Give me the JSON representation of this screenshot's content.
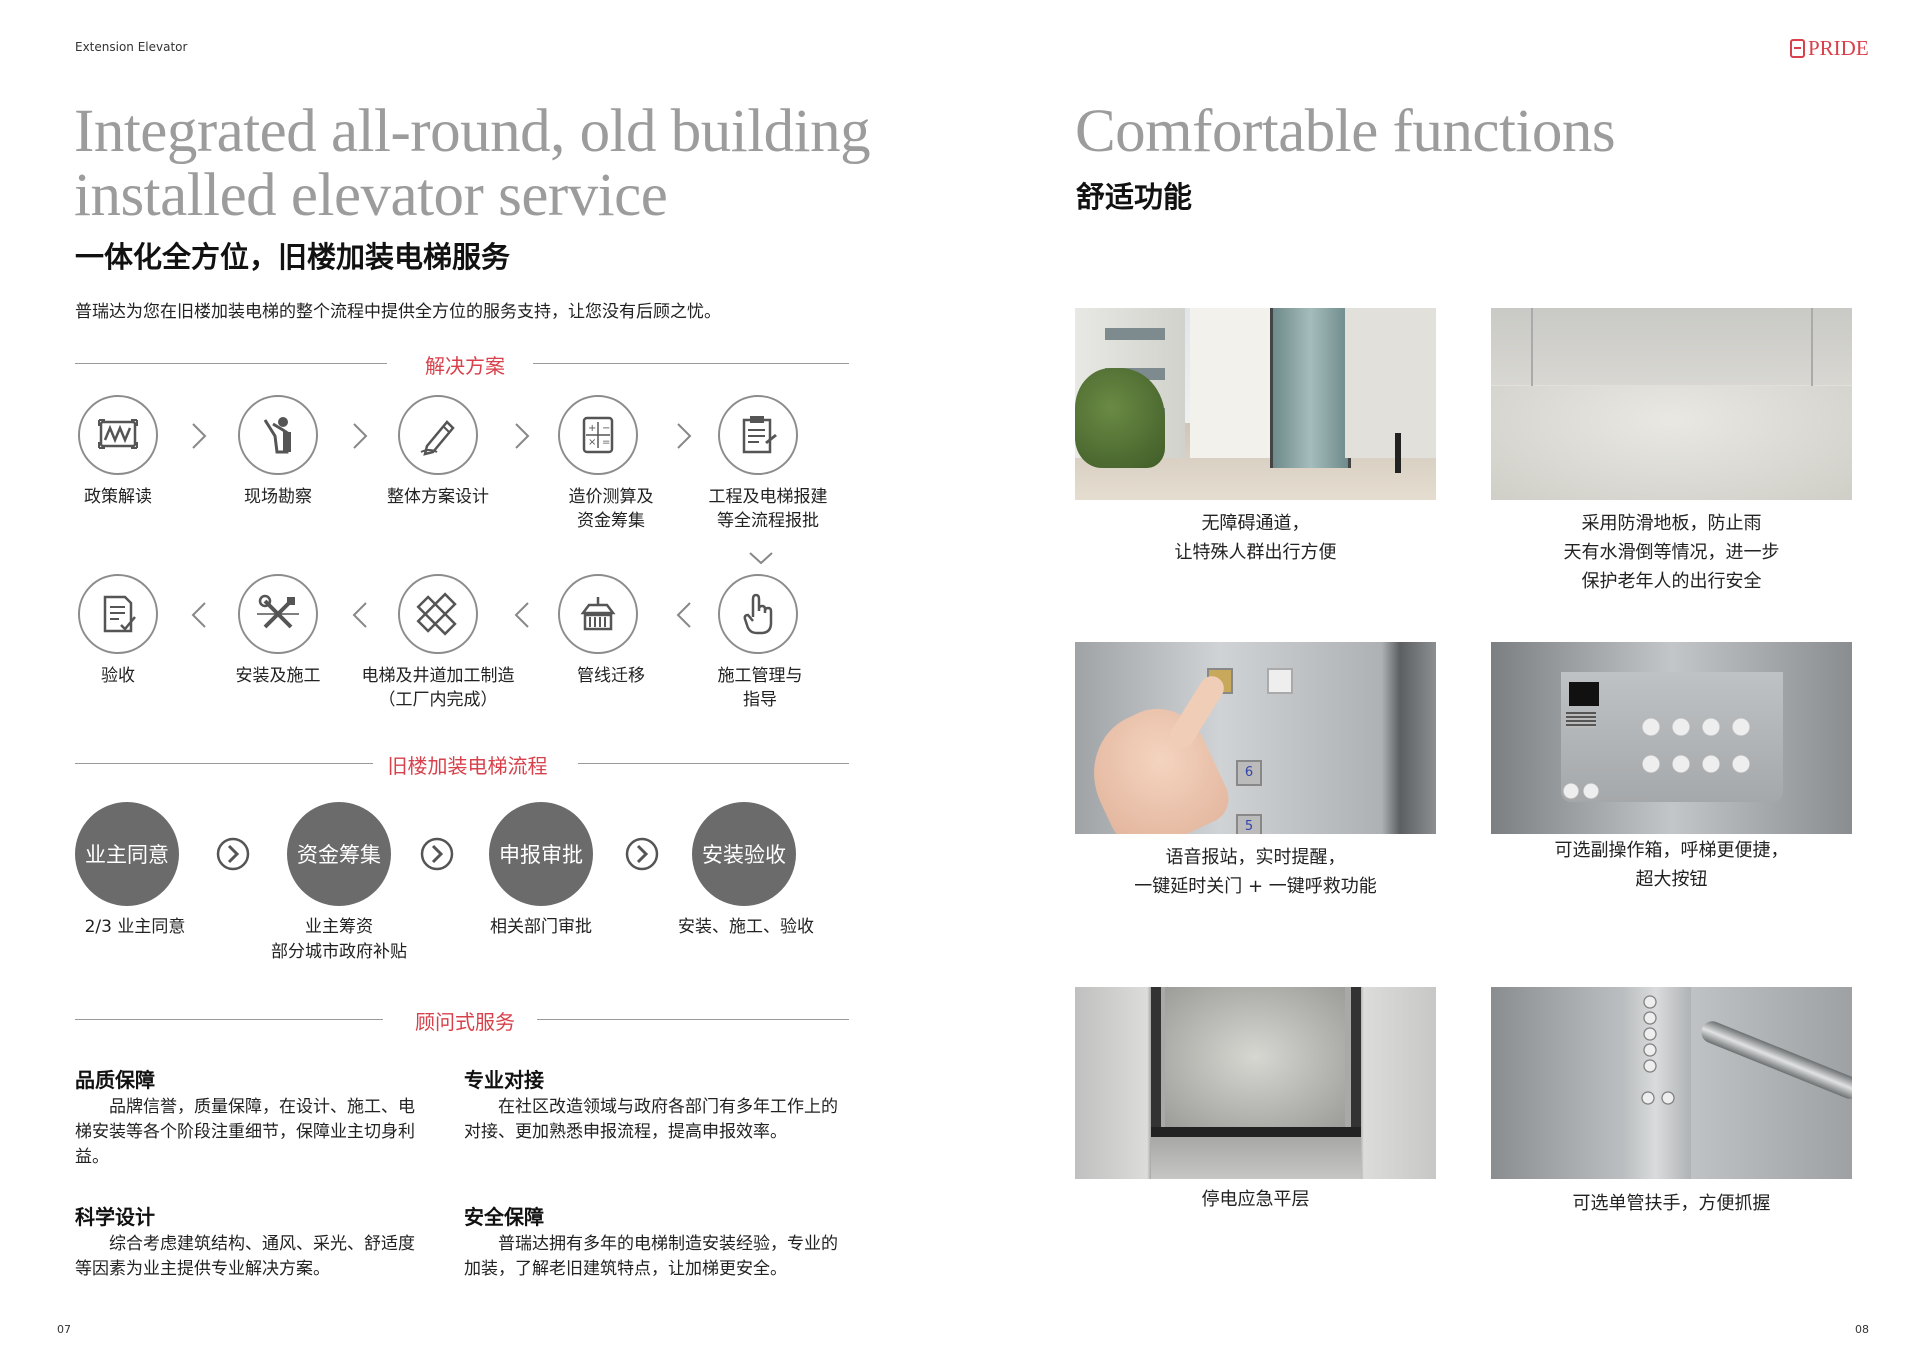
{
  "header": {
    "left_label": "Extension Elevator",
    "brand": "PRIDE"
  },
  "left": {
    "title_line1": "Integrated all-round, old building",
    "title_line2": "installed elevator service",
    "subtitle_cn": "一体化全方位，旧楼加装电梯服务",
    "intro": "普瑞达为您在旧楼加装电梯的整个流程中提供全方位的服务支持，让您没有后顾之忧。",
    "solution": {
      "title": "解决方案",
      "row1": [
        {
          "icon": "policy-monitor-icon",
          "label": "政策解读"
        },
        {
          "icon": "survey-person-icon",
          "label": "现场勘察"
        },
        {
          "icon": "pencil-design-icon",
          "label": "整体方案设计"
        },
        {
          "icon": "calculator-icon",
          "label": "造价测算及\n资金筹集"
        },
        {
          "icon": "clipboard-approval-icon",
          "label": "工程及电梯报建\n等全流程报批"
        }
      ],
      "row2": [
        {
          "icon": "document-check-icon",
          "label": "验收"
        },
        {
          "icon": "tools-icon",
          "label": "安装及施工"
        },
        {
          "icon": "ruler-pencil-icon",
          "label": "电梯及井道加工制造\n（工厂内完成）"
        },
        {
          "icon": "pipe-migration-icon",
          "label": "管线迁移"
        },
        {
          "icon": "hand-pointer-icon",
          "label": "施工管理与\n指导"
        }
      ]
    },
    "flow": {
      "title": "旧楼加装电梯流程",
      "steps": [
        {
          "name": "业主同意",
          "desc": "2/3 业主同意"
        },
        {
          "name": "资金筹集",
          "desc": "业主筹资\n部分城市政府补贴"
        },
        {
          "name": "申报审批",
          "desc": "相关部门审批"
        },
        {
          "name": "安装验收",
          "desc": "安装、施工、验收"
        }
      ]
    },
    "consult": {
      "title": "顾问式服务",
      "items": [
        {
          "title": "品质保障",
          "text": "品牌信誉，质量保障，在设计、施工、电梯安装等各个阶段注重细节，保障业主切身利益。"
        },
        {
          "title": "专业对接",
          "text": "在社区改造领域与政府各部门有多年工作上的对接、更加熟悉申报流程，提高申报效率。"
        },
        {
          "title": "科学设计",
          "text": "综合考虑建筑结构、通风、采光、舒适度等因素为业主提供专业解决方案。"
        },
        {
          "title": "安全保障",
          "text": "普瑞达拥有多年的电梯制造安装经验，专业的加装，了解老旧建筑特点，让加梯更安全。"
        }
      ]
    },
    "page_num": "07"
  },
  "right": {
    "title": "Comfortable functions",
    "subtitle_cn": "舒适功能",
    "features": [
      {
        "caption": "无障碍通道，\n让特殊人群出行方便"
      },
      {
        "caption": "采用防滑地板，防止雨\n天有水滑倒等情况，进一步\n保护老年人的出行安全"
      },
      {
        "caption": "语音报站，实时提醒，\n一键延时关门 + 一键呼救功能"
      },
      {
        "caption": "可选副操作箱，呼梯更便捷，\n超大按钮"
      },
      {
        "caption": "停电应急平层"
      },
      {
        "caption": "可选单管扶手，方便抓握"
      }
    ],
    "page_num": "08"
  },
  "colors": {
    "accent": "#d8414b",
    "title_grey": "#9c9c9c",
    "flow_grey": "#6b6b6b"
  }
}
